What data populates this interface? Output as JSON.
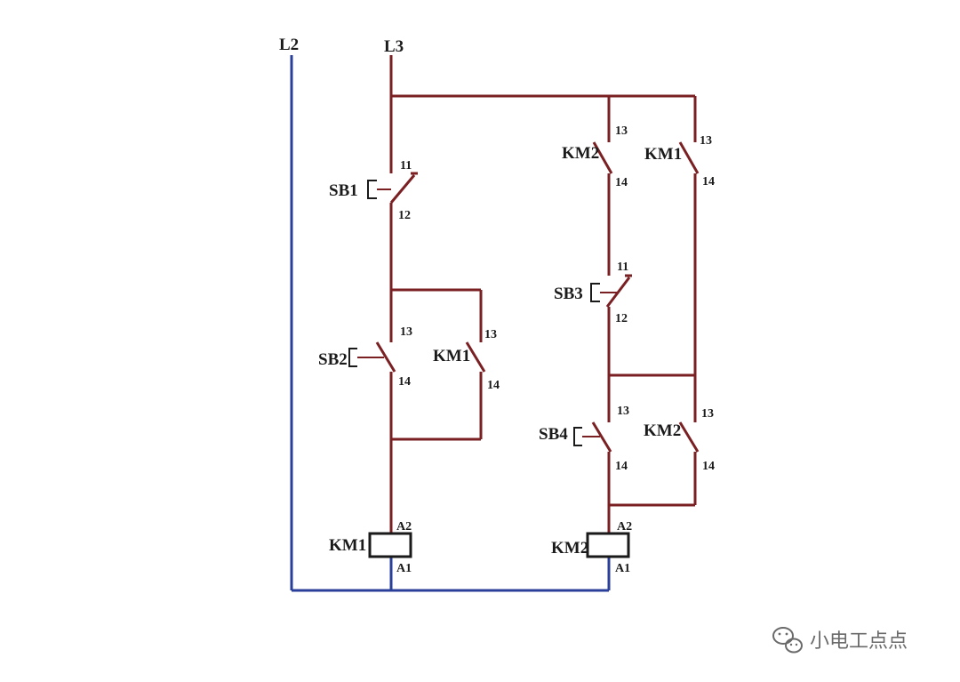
{
  "colors": {
    "control_wire": "#7a1f22",
    "neutral_wire": "#2a3f9a",
    "background": "#ffffff"
  },
  "rails": {
    "left": "L2",
    "right": "L3"
  },
  "components": {
    "sb1": "SB1",
    "sb2": "SB2",
    "sb3": "SB3",
    "sb4": "SB4",
    "km1_hold": "KM1",
    "km2_interlock": "KM2",
    "km1_interlock": "KM1",
    "km2_hold": "KM2",
    "coil_km1": "KM1",
    "coil_km2": "KM2"
  },
  "terminals": {
    "sb1_top": "11",
    "sb1_bottom": "12",
    "sb2_top": "13",
    "sb2_bottom": "14",
    "km1_hold_top": "13",
    "km1_hold_bottom": "14",
    "km2_il_top": "13",
    "km2_il_bottom": "14",
    "km1_il_top": "13",
    "km1_il_bottom": "14",
    "sb3_top": "11",
    "sb3_bottom": "12",
    "sb4_top": "13",
    "sb4_bottom": "14",
    "km2_hold_top": "13",
    "km2_hold_bottom": "14",
    "km1_coil_top": "A2",
    "km1_coil_bottom": "A1",
    "km2_coil_top": "A2",
    "km2_coil_bottom": "A1"
  },
  "watermark": {
    "icon": "wechat-icon",
    "text": "小电工点点"
  }
}
